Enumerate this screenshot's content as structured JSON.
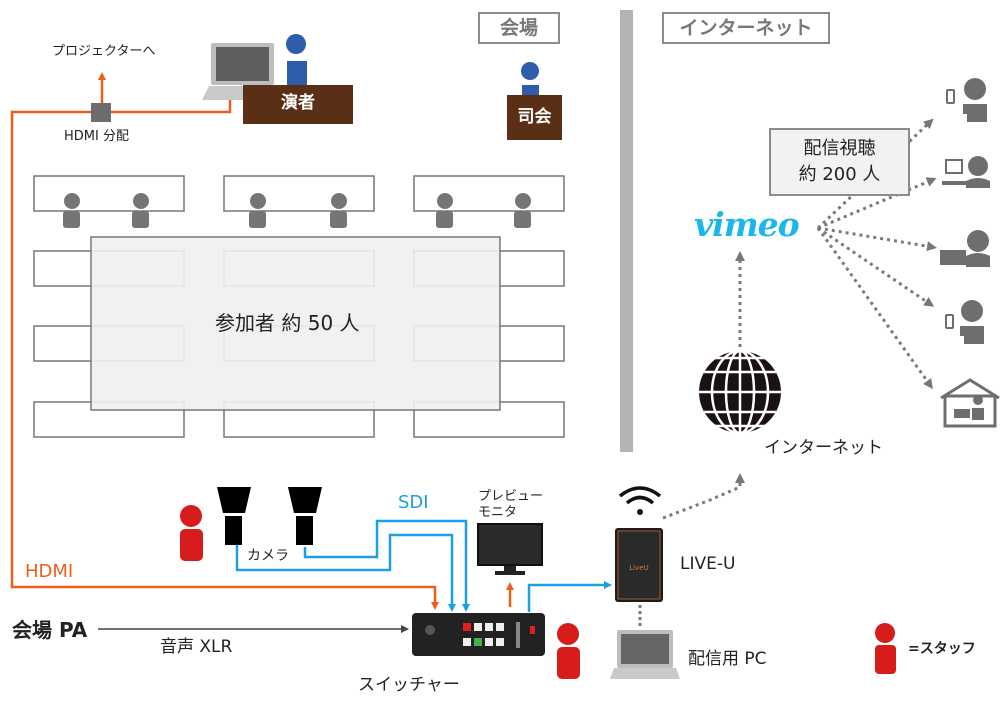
{
  "zones": {
    "venue": "会場",
    "internet": "インターネット"
  },
  "venue": {
    "presenter_label": "演者",
    "mc_label": "司会",
    "projector_label": "プロジェクターへ",
    "hdmi_splitter_label": "HDMI 分配",
    "participants_label": "参加者 約 50 人",
    "camera_label": "カメラ",
    "preview_monitor_label_line1": "プレビュー",
    "preview_monitor_label_line2": "モニタ",
    "switcher_label": "スイッチャー",
    "pa_label": "会場 PA",
    "audio_label": "音声 XLR"
  },
  "connections": {
    "hdmi_label": "HDMI",
    "sdi_label": "SDI",
    "hdmi_color": "#e8601c",
    "sdi_color": "#1a9fe0",
    "network_color": "#7a7a7a"
  },
  "internet": {
    "liveu_label": "LIVE-U",
    "streaming_pc_label": "配信用 PC",
    "internet_label": "インターネット",
    "vimeo_label": "vimeo",
    "viewers_line1": "配信視聴",
    "viewers_line2": "約 200 人"
  },
  "legend": {
    "staff_label": "=スタッフ",
    "staff_color": "#d71c1c"
  },
  "colors": {
    "presenter": "#2f5dab",
    "desk": "#5a2f16",
    "attendee": "#757575",
    "vimeo": "#1ab7ea"
  }
}
